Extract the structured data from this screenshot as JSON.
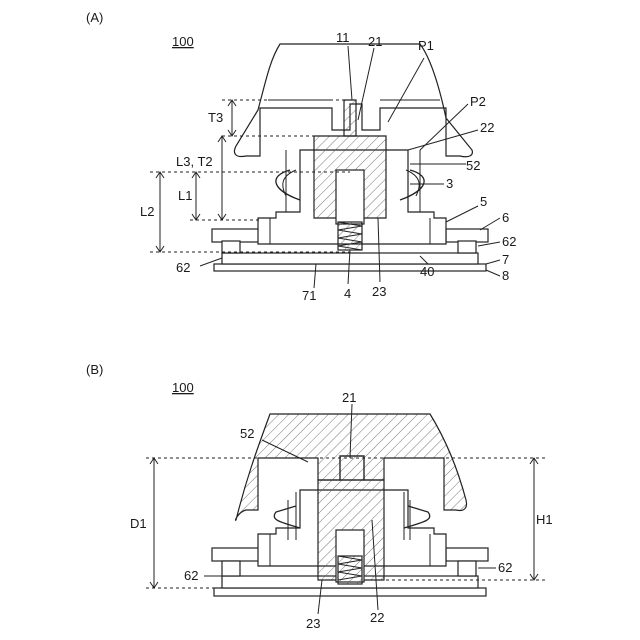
{
  "panel_a": {
    "tag": "(A)",
    "ref": "100",
    "labels": {
      "l11": "11",
      "l21": "21",
      "p1": "P1",
      "p2": "P2",
      "l22": "22",
      "l52": "52",
      "l3": "3",
      "l5": "5",
      "l6": "6",
      "l62r": "62",
      "l7": "7",
      "l8": "8",
      "l40": "40",
      "l23": "23",
      "l4": "4",
      "l71": "71",
      "l62l": "62",
      "t3": "T3",
      "l3t2": "L3, T2",
      "l1": "L1",
      "l2": "L2"
    }
  },
  "panel_b": {
    "tag": "(B)",
    "ref": "100",
    "labels": {
      "l21": "21",
      "l52": "52",
      "d1": "D1",
      "h1": "H1",
      "l62l": "62",
      "l62r": "62",
      "l23": "23",
      "l22": "22"
    }
  }
}
